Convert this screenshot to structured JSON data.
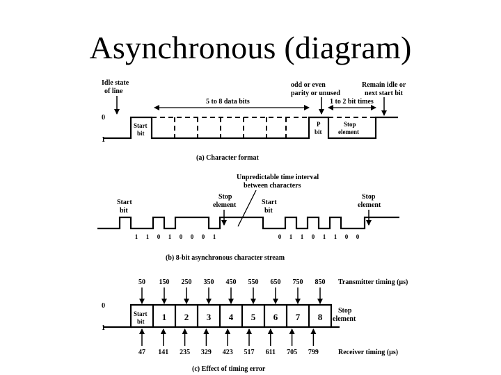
{
  "title": "Asynchronous (diagram)",
  "part_a": {
    "idle_label": [
      "Idle state",
      "of line"
    ],
    "level_0": "0",
    "level_1": "1",
    "data_bits_label": "5 to 8 data bits",
    "parity_label": [
      "odd or even",
      "parity or unused"
    ],
    "remain_label": [
      "Remain idle or",
      "next start bit"
    ],
    "stop_times_label": "1 to 2 bit times",
    "start_bit_label": [
      "Start",
      "bit"
    ],
    "p_bit_label": [
      "P",
      "bit"
    ],
    "stop_element_label": [
      "Stop",
      "element"
    ],
    "caption": "(a) Character format"
  },
  "part_b": {
    "interval_label": [
      "Unpredictable time interval",
      "between characters"
    ],
    "start_bit_label": [
      "Start",
      "bit"
    ],
    "stop_element_label": [
      "Stop",
      "element"
    ],
    "bits_first": [
      "1",
      "1",
      "0",
      "1",
      "0",
      "0",
      "0",
      "1"
    ],
    "bits_second": [
      "0",
      "1",
      "1",
      "0",
      "1",
      "1",
      "0",
      "0"
    ],
    "caption": "(b) 8-bit asynchronous character stream"
  },
  "part_c": {
    "transmitter_times": [
      "50",
      "150",
      "250",
      "350",
      "450",
      "550",
      "650",
      "750",
      "850"
    ],
    "transmitter_label": "Transmitter timing (µs)",
    "level_0": "0",
    "level_1": "1",
    "start_bit_label": [
      "Start",
      "bit"
    ],
    "data_bits": [
      "1",
      "2",
      "3",
      "4",
      "5",
      "6",
      "7",
      "8"
    ],
    "stop_element_label": [
      "Stop",
      "element"
    ],
    "receiver_times": [
      "47",
      "141",
      "235",
      "329",
      "423",
      "517",
      "611",
      "705",
      "799"
    ],
    "receiver_label": "Receiver timing (µs)",
    "caption": "(c) Effect of timing error"
  }
}
